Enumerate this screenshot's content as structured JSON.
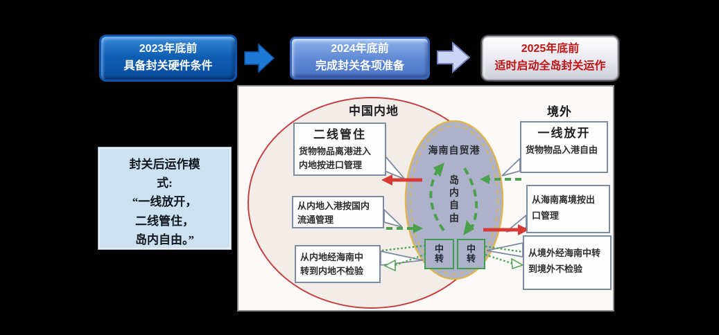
{
  "timeline": {
    "steps": [
      {
        "line1": "2023年底前",
        "line2": "具备封关硬件条件"
      },
      {
        "line1": "2024年底前",
        "line2": "完成封关各项准备"
      },
      {
        "line1": "2025年底前",
        "line2": "适时启动全岛封关运作"
      }
    ]
  },
  "note_box": {
    "lines": [
      "封关后运作模",
      "式:",
      "“一线放开，",
      "二线管住，",
      "岛内自由。”"
    ]
  },
  "diagram": {
    "mainland_label": "中国内地",
    "overseas_label": "境外",
    "port_label": "海南自贸港",
    "island_freedom_label": "岛内自由",
    "transit_label": "中转",
    "callouts": {
      "second_line": {
        "title": "二线管住",
        "line1": "货物物品离港进入",
        "line2": "内地按进口管理"
      },
      "inland_entry": {
        "line1": "从内地入港按国内",
        "line2": "流通管理"
      },
      "inland_transit": {
        "line1": "从内地经海南中",
        "line2": "转到内地不检验"
      },
      "first_line": {
        "title": "一线放开",
        "line1": "货物物品入港自由"
      },
      "hainan_exit": {
        "line1": "从海南离境按出",
        "line2": "口管理"
      },
      "overseas_transit": {
        "line1": "从境外经海南中转",
        "line2": "到境外不检验"
      }
    }
  },
  "colors": {
    "mainland_border": "#c64040",
    "mainland_fill": "#f2ede9",
    "port_fill": "#adb2ca",
    "port_border": "#e0b550",
    "green_flow": "#4ba04b",
    "red_arrow": "#d93a35",
    "callout_border": "#7c8ba1",
    "step1_bg": "#0f5fb4",
    "step2_bg": "#5d87d4",
    "step3_text": "#c01414"
  }
}
